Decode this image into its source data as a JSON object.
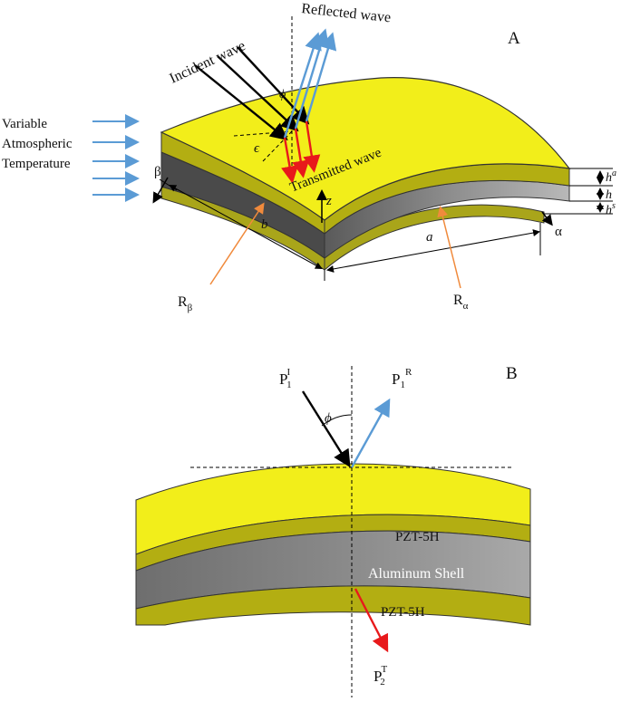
{
  "panel_a": {
    "letter": "A",
    "incident_label": "Incident wave",
    "reflected_label": "Reflected wave",
    "transmitted_label": "Transmitted wave",
    "temperature_lines": [
      "Variable",
      "Atmospheric",
      "Temperature"
    ],
    "angle_phi": "ϕ",
    "angle_eps": "ϵ",
    "beta": "β",
    "alpha": "α",
    "z": "z",
    "dim_a": "a",
    "dim_b": "b",
    "h_top": "h",
    "h_top_sup": "a",
    "h_mid": "h",
    "h_bot": "h",
    "h_bot_sup": "s",
    "R_beta": "R",
    "R_beta_sub": "β",
    "R_alpha": "R",
    "R_alpha_sub": "α"
  },
  "panel_b": {
    "letter": "B",
    "p_incident": "P",
    "p_incident_sub": "1",
    "p_incident_sup": "I",
    "p_reflected": "P",
    "p_reflected_sub": "1",
    "p_reflected_sup": "R",
    "p_transmitted": "P",
    "p_transmitted_sub": "2",
    "p_transmitted_sup": "T",
    "angle": "ϕ",
    "layer_top": "PZT-5H",
    "layer_mid": "Aluminum Shell",
    "layer_bot": "PZT-5H"
  },
  "colors": {
    "piezo": "#f2ee1a",
    "piezo_dark": "#8a8a10",
    "aluminum": "#6a6a6a",
    "incident": "#000000",
    "reflected": "#5b9bd5",
    "transmitted": "#e8191b",
    "radius_arrow": "#f08a3c"
  }
}
